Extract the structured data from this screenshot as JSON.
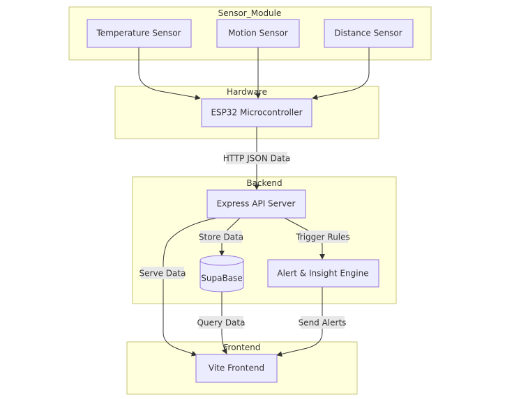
{
  "clusters": {
    "sensor_module": "Sensor_Module",
    "hardware": "Hardware",
    "backend": "Backend",
    "frontend": "Frontend"
  },
  "nodes": {
    "temperature_sensor": "Temperature Sensor",
    "motion_sensor": "Motion Sensor",
    "distance_sensor": "Distance Sensor",
    "esp32": "ESP32 Microcontroller",
    "express_api": "Express API Server",
    "supabase": "SupaBase",
    "alert_engine": "Alert & Insight Engine",
    "vite_frontend": "Vite Frontend"
  },
  "edges": {
    "http_json": "HTTP JSON Data",
    "store_data": "Store Data",
    "trigger_rules": "Trigger Rules",
    "serve_data": "Serve Data",
    "query_data": "Query Data",
    "send_alerts": "Send Alerts"
  }
}
